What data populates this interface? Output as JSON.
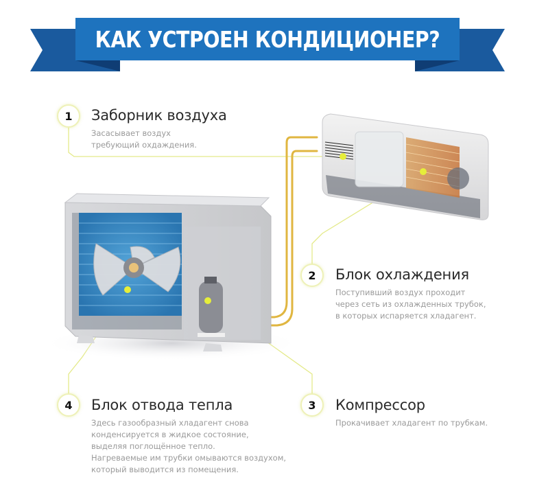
{
  "banner": {
    "title": "КАК УСТРОЕН КОНДИЦИОНЕР?",
    "colors": {
      "front": "#1e73be",
      "back": "#1a5a9e",
      "fold": "#0f3d74"
    }
  },
  "callouts": [
    {
      "number": "1",
      "title": "Заборник воздуха",
      "desc": [
        "Засасывает воздух",
        "требующий охдаждения."
      ]
    },
    {
      "number": "2",
      "title": "Блок охлаждения",
      "desc": [
        "Поступивший воздух проходит",
        "через сеть из охлажденных трубок,",
        "в которых испаряется хладагент."
      ]
    },
    {
      "number": "3",
      "title": "Компрессор",
      "desc": [
        "Прокачивает хладагент по трубкам."
      ]
    },
    {
      "number": "4",
      "title": "Блок отвода тепла",
      "desc": [
        "Здесь газообразный хладагент снова",
        "конденсируется в жидкое состояние,",
        "выделяя поглощённое тепло.",
        "Нагреваемые им трубки омываются воздухом,",
        "который выводится из помещения."
      ]
    }
  ],
  "illustration": {
    "indoor_unit": "indoor-split-unit",
    "outdoor_unit": "outdoor-condenser-unit",
    "line_color": "#e4ea8a",
    "dot_color": "#e6ee3a",
    "pipe_color": "#e0b640"
  }
}
